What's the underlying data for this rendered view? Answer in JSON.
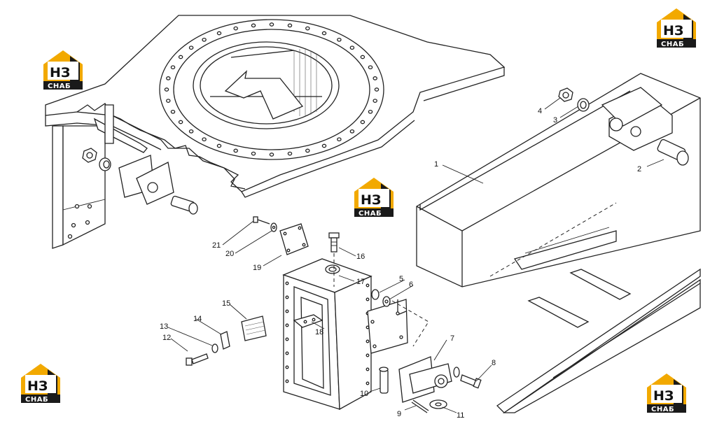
{
  "watermark": {
    "logo_top_text": "НЗ",
    "logo_bottom_text": "СНАБ"
  },
  "part_labels": [
    {
      "id": "1",
      "text": "1"
    },
    {
      "id": "2",
      "text": "2"
    },
    {
      "id": "3",
      "text": "3"
    },
    {
      "id": "4",
      "text": "4"
    },
    {
      "id": "5",
      "text": "5"
    },
    {
      "id": "6",
      "text": "6"
    },
    {
      "id": "7",
      "text": "7"
    },
    {
      "id": "8",
      "text": "8"
    },
    {
      "id": "9",
      "text": "9"
    },
    {
      "id": "10",
      "text": "10"
    },
    {
      "id": "11",
      "text": "11"
    },
    {
      "id": "12",
      "text": "12"
    },
    {
      "id": "13",
      "text": "13"
    },
    {
      "id": "14",
      "text": "14"
    },
    {
      "id": "15",
      "text": "15"
    },
    {
      "id": "16",
      "text": "16"
    },
    {
      "id": "17",
      "text": "17"
    },
    {
      "id": "18",
      "text": "18"
    },
    {
      "id": "19",
      "text": "19"
    },
    {
      "id": "20",
      "text": "20"
    },
    {
      "id": "21",
      "text": "21"
    }
  ],
  "colors": {
    "logo_orange": "#f2a900",
    "logo_dark": "#1a1a1a",
    "ink": "#222222",
    "background": "#ffffff"
  }
}
